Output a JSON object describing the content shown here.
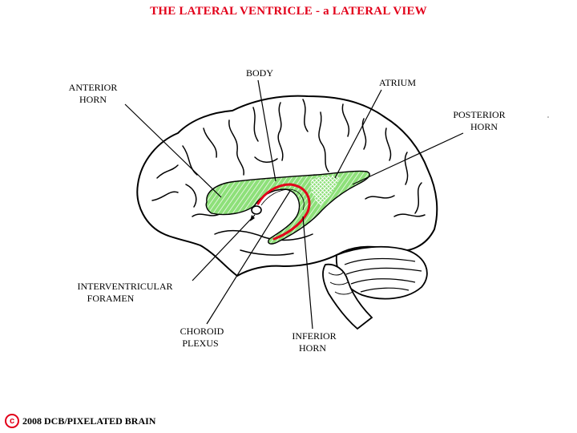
{
  "title": "THE LATERAL VENTRICLE - a LATERAL VIEW",
  "labels": {
    "body": "BODY",
    "atrium": "ATRIUM",
    "anterior_horn_line1": "ANTERIOR",
    "anterior_horn_line2": "HORN",
    "posterior_horn_line1": "POSTERIOR",
    "posterior_horn_line2": "HORN",
    "interventricular_line1": "INTERVENTRICULAR",
    "interventricular_line2": "FORAMEN",
    "choroid_line1": "CHOROID",
    "choroid_line2": "PLEXUS",
    "inferior_line1": "INFERIOR",
    "inferior_line2": "HORN"
  },
  "footer": {
    "copyright_symbol": "c",
    "copyright_text": "2008  DCB/PIXELATED BRAIN"
  },
  "colors": {
    "title": "#e2001a",
    "ventricle_fill": "#8ee07a",
    "choroid": "#e2001a",
    "outline": "#000000"
  }
}
